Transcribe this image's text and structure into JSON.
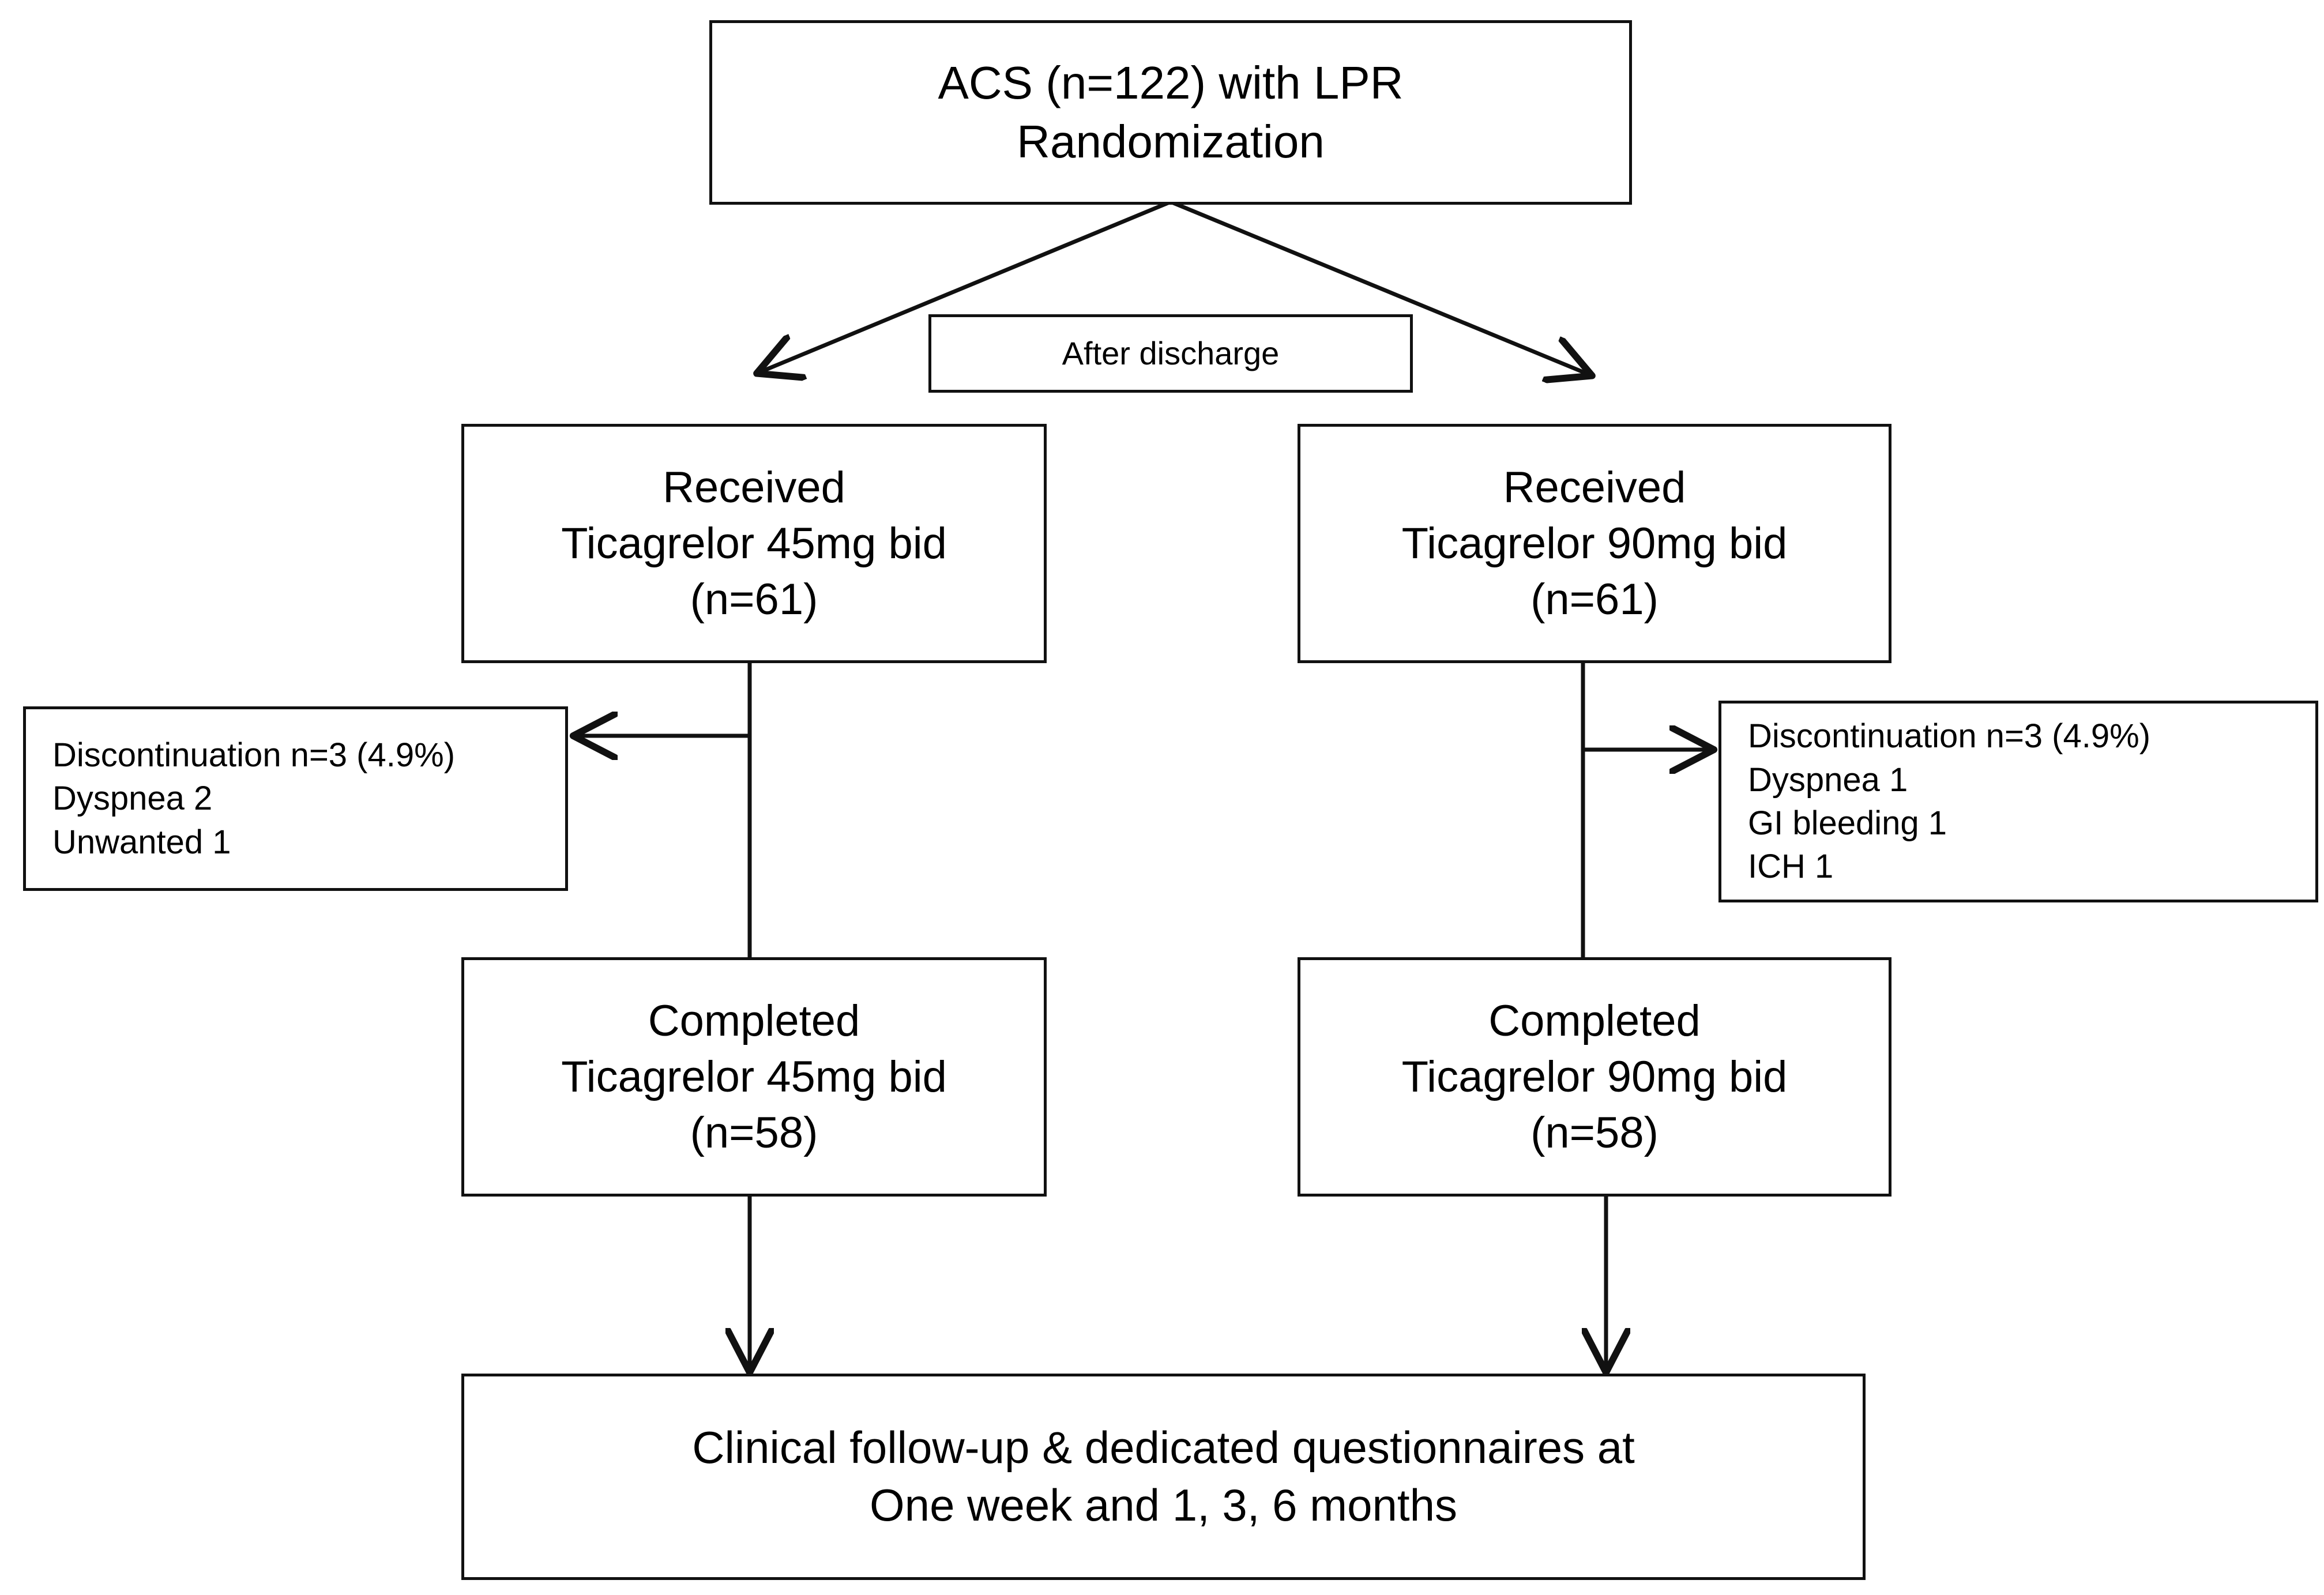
{
  "diagram": {
    "type": "consort-flow-diagram",
    "title": "Randomized trial flow (ACS with LPR, ticagrelor 45mg vs 90mg bid)",
    "colors": {
      "stroke": "#111111",
      "background": "#ffffff",
      "text": "#000000"
    }
  },
  "nodes": {
    "randomization": {
      "line1": "ACS (n=122) with LPR",
      "line2": "Randomization"
    },
    "after_discharge": {
      "label": "After discharge"
    },
    "received_45": {
      "line1": "Received",
      "line2": "Ticagrelor 45mg bid",
      "line3": "(n=61)"
    },
    "received_90": {
      "line1": "Received",
      "line2": "Ticagrelor 90mg bid",
      "line3": "(n=61)"
    },
    "discontinuation_left": {
      "line1": "Discontinuation n=3 (4.9%)",
      "line2": "Dyspnea 2",
      "line3": "Unwanted 1"
    },
    "discontinuation_right": {
      "line1": "Discontinuation n=3 (4.9%)",
      "line2": "Dyspnea 1",
      "line3": "GI bleeding 1",
      "line4": "ICH 1"
    },
    "completed_45": {
      "line1": "Completed",
      "line2": "Ticagrelor 45mg bid",
      "line3": "(n=58)"
    },
    "completed_90": {
      "line1": "Completed",
      "line2": "Ticagrelor 90mg bid",
      "line3": "(n=58)"
    },
    "followup": {
      "line1": "Clinical follow-up & dedicated questionnaires at",
      "line2": "One week and 1, 3, 6 months"
    }
  },
  "edges": [
    {
      "name": "randomization-to-arm-45",
      "from": "randomization",
      "to": "received_45",
      "style": "diagonal-arrow"
    },
    {
      "name": "randomization-to-arm-90",
      "from": "randomization",
      "to": "received_90",
      "style": "diagonal-arrow"
    },
    {
      "name": "received-45-to-completed-45",
      "from": "received_45",
      "to": "completed_45",
      "style": "vertical-line"
    },
    {
      "name": "received-90-to-completed-90",
      "from": "received_90",
      "to": "completed_90",
      "style": "vertical-line"
    },
    {
      "name": "arm-45-to-discontinuation",
      "from": "received_45",
      "to": "discontinuation_left",
      "style": "horizontal-arrow-left"
    },
    {
      "name": "arm-90-to-discontinuation",
      "from": "received_90",
      "to": "discontinuation_right",
      "style": "horizontal-arrow-right"
    },
    {
      "name": "completed-45-to-followup",
      "from": "completed_45",
      "to": "followup",
      "style": "vertical-arrow-down"
    },
    {
      "name": "completed-90-to-followup",
      "from": "completed_90",
      "to": "followup",
      "style": "vertical-arrow-down"
    }
  ]
}
